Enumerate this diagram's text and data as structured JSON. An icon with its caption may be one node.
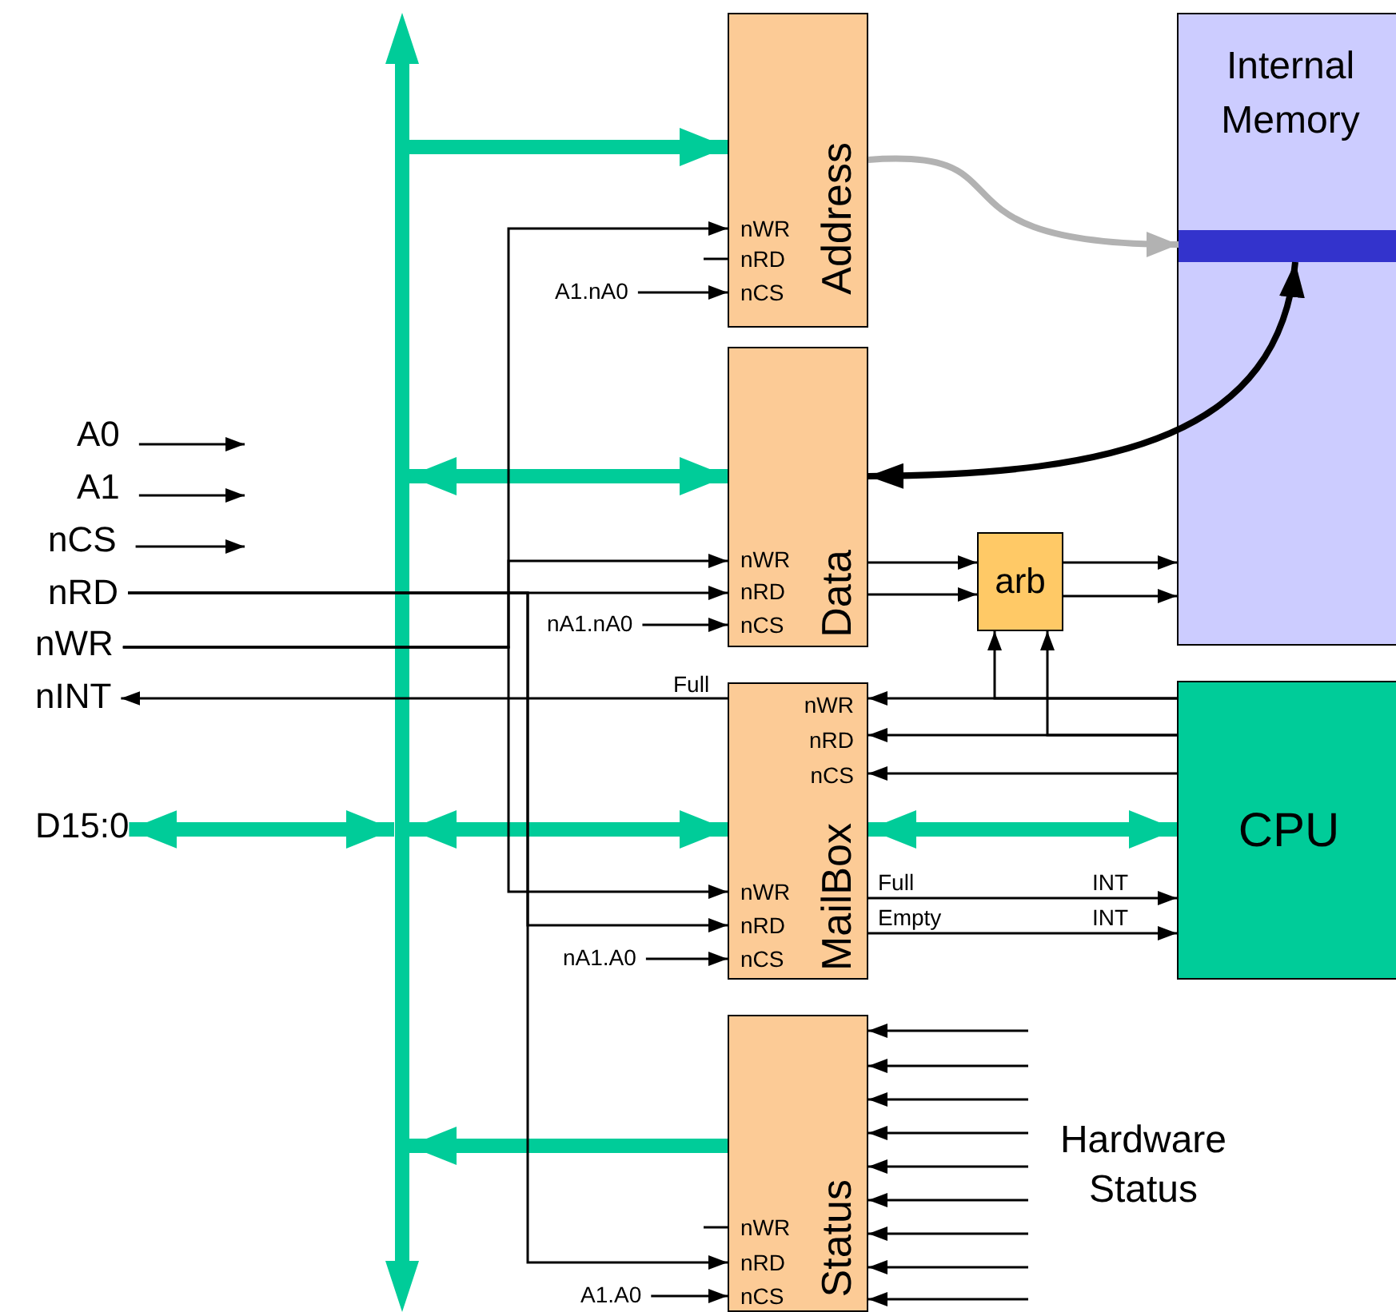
{
  "diagram": {
    "nodes": [
      {
        "text": [
          "Address",
          "nWR",
          "nRD",
          "nCS"
        ]
      },
      {
        "text": [
          "Data",
          "nWR",
          "nRD",
          "nCS"
        ]
      },
      {
        "text": [
          "MailBox",
          "nWR",
          "nRD",
          "nCS",
          "nWR",
          "nRD",
          "nCS"
        ]
      },
      {
        "text": [
          "Status",
          "nWR",
          "nRD",
          "nCS"
        ]
      },
      {
        "text": [
          "Internal Memory"
        ]
      },
      {
        "text": [],
        "shape": "bar",
        "in": 4
      },
      {
        "text": [
          "arb"
        ]
      },
      {
        "text": [
          "CPU"
        ]
      },
      {
        "text": [],
        "shape": "bar"
      },
      {
        "text": [
          "A0"
        ]
      },
      {
        "text": [
          "A1"
        ]
      },
      {
        "text": [
          "nCS"
        ]
      },
      {
        "text": [
          "nRD"
        ]
      },
      {
        "text": [
          "nWR"
        ]
      },
      {
        "text": [
          "nINT"
        ]
      },
      {
        "text": [
          "D15:0"
        ]
      },
      {
        "text": [
          "A1.nA0"
        ]
      },
      {
        "text": [
          "nA1.nA0"
        ]
      },
      {
        "text": [
          "nA1.A0"
        ]
      },
      {
        "text": [
          "A1.A0"
        ]
      }
    ],
    "edges": [
      {
        "from": 8,
        "to": 0,
        "arrow": "to",
        "style": "thick",
        "color": "#00cc99"
      },
      {
        "from": 8,
        "to": 1,
        "arrow": "both",
        "style": "thick",
        "color": "#00cc99"
      },
      {
        "from": 15,
        "to": 8,
        "arrow": "both",
        "style": "thick",
        "color": "#00cc99"
      },
      {
        "from": 8,
        "to": 2,
        "arrow": "both",
        "style": "thick",
        "color": "#00cc99"
      },
      {
        "from": 3,
        "to": 8,
        "arrow": "to",
        "style": "thick",
        "color": "#00cc99"
      },
      {
        "from": 2,
        "to": 7,
        "arrow": "both",
        "style": "thick",
        "color": "#00cc99"
      },
      {
        "from": 0,
        "to": 5,
        "arrow": "to",
        "style": "thick",
        "color": "#b2b2b2"
      },
      {
        "from": 5,
        "to": 1,
        "arrow": "both",
        "style": "thick"
      },
      {
        "from": 9,
        "to": null,
        "arrow": "to"
      },
      {
        "from": 10,
        "to": null,
        "arrow": "to"
      },
      {
        "from": 11,
        "to": null,
        "arrow": "to"
      },
      {
        "from": 13,
        "to": 0,
        "arrow": "to"
      },
      {
        "from": 13,
        "to": 1,
        "arrow": "to"
      },
      {
        "from": 13,
        "to": 2,
        "arrow": "to"
      },
      {
        "from": 12,
        "to": 1,
        "arrow": "to"
      },
      {
        "from": 12,
        "to": 2,
        "arrow": "to"
      },
      {
        "from": 12,
        "to": 3,
        "arrow": "to"
      },
      {
        "from": 16,
        "to": 0,
        "arrow": "to"
      },
      {
        "from": 17,
        "to": 1,
        "arrow": "to"
      },
      {
        "from": 18,
        "to": 2,
        "arrow": "to"
      },
      {
        "from": 19,
        "to": 3,
        "arrow": "to"
      },
      {
        "from": 2,
        "to": 14,
        "arrow": "to",
        "label": "Full"
      },
      {
        "from": 1,
        "to": 6,
        "arrow": "to"
      },
      {
        "from": 1,
        "to": 6,
        "arrow": "to"
      },
      {
        "from": 6,
        "to": 4,
        "arrow": "to"
      },
      {
        "from": 6,
        "to": 4,
        "arrow": "to"
      },
      {
        "from": 7,
        "to": 2,
        "arrow": "to"
      },
      {
        "from": 7,
        "to": 2,
        "arrow": "to"
      },
      {
        "from": 7,
        "to": 2,
        "arrow": "to"
      },
      {
        "from": 7,
        "to": 6,
        "arrow": "to"
      },
      {
        "from": 7,
        "to": 6,
        "arrow": "to"
      },
      {
        "from": 2,
        "to": 7,
        "arrow": "to",
        "label": "Full"
      },
      {
        "from": 2,
        "to": 7,
        "arrow": "to",
        "label": "Empty"
      },
      {
        "from": null,
        "to": 3,
        "arrow": "to"
      },
      {
        "from": null,
        "to": 3,
        "arrow": "to"
      },
      {
        "from": null,
        "to": 3,
        "arrow": "to"
      },
      {
        "from": null,
        "to": 3,
        "arrow": "to"
      },
      {
        "from": null,
        "to": 3,
        "arrow": "to"
      },
      {
        "from": null,
        "to": 3,
        "arrow": "to"
      },
      {
        "from": null,
        "to": 3,
        "arrow": "to"
      },
      {
        "from": null,
        "to": 3,
        "arrow": "to"
      },
      {
        "from": null,
        "to": 3,
        "arrow": "to"
      }
    ],
    "labels": [
      "INT",
      "INT",
      "Hardware Status"
    ]
  }
}
